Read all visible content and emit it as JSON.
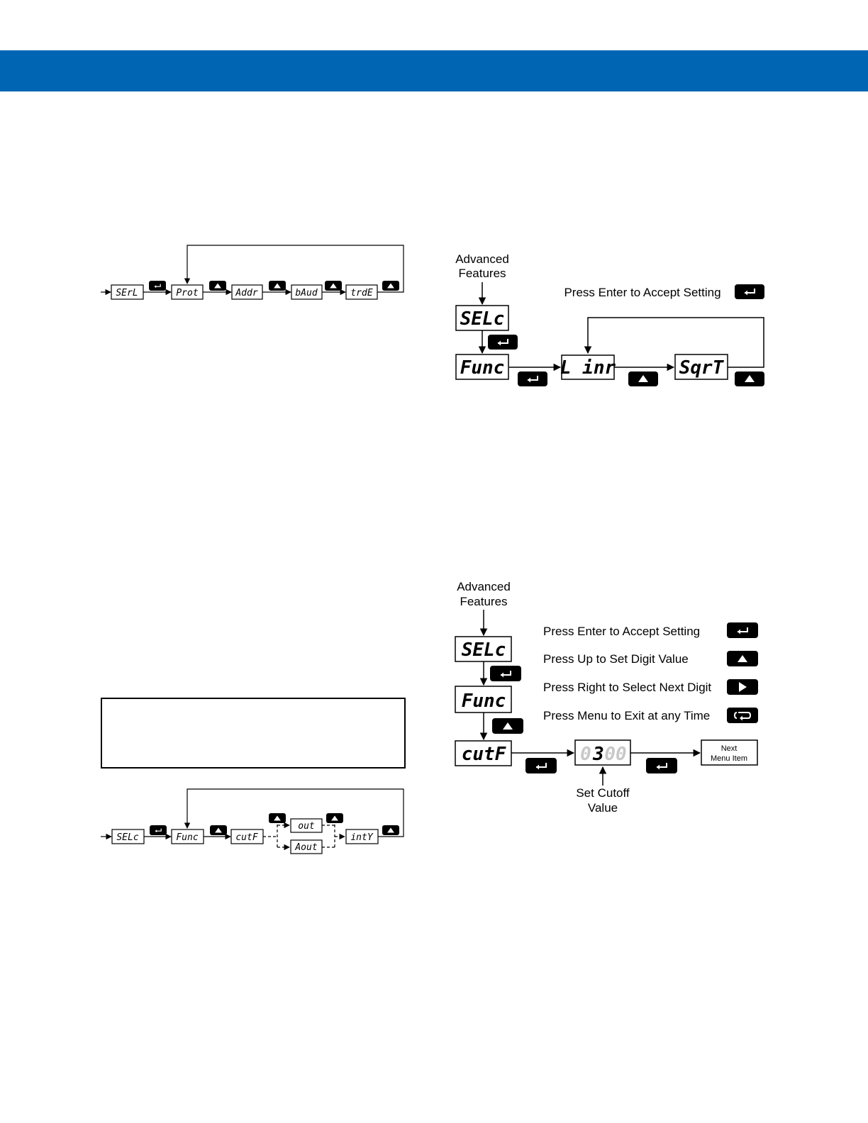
{
  "colors": {
    "header_band": "#0066b3",
    "ink": "#000000",
    "dim_digit": "#c8c8c8"
  },
  "serial_flow": {
    "items": [
      "SErL",
      "Prot",
      "Addr",
      "bAud",
      "trdE"
    ],
    "icons": [
      "enter-key-icon",
      "up-arrow-key-icon",
      "up-arrow-key-icon",
      "up-arrow-key-icon",
      "up-arrow-key-icon"
    ]
  },
  "func_flow": {
    "label_top": "Advanced",
    "label_bottom": "Features",
    "hint": "Press Enter to Accept Setting",
    "items": [
      "SELc",
      "Func",
      "L inr",
      "SqrT"
    ]
  },
  "cutoff_flow": {
    "label_top": "Advanced",
    "label_bottom": "Features",
    "hints": [
      "Press Enter to Accept Setting",
      "Press Up to Set Digit Value",
      "Press Right to Select Next Digit",
      "Press Menu to Exit at any Time"
    ],
    "items": [
      "SELc",
      "Func",
      "cutF"
    ],
    "value_dim_left": "0",
    "value_active": "3",
    "value_dim_right": "00",
    "next_top": "Next",
    "next_bottom": "Menu Item",
    "value_caption_top": "Set Cutoff",
    "value_caption_bottom": "Value"
  },
  "small_func_flow": {
    "items": [
      "SELc",
      "Func",
      "cutF",
      "out",
      "Aout",
      "intY"
    ]
  }
}
